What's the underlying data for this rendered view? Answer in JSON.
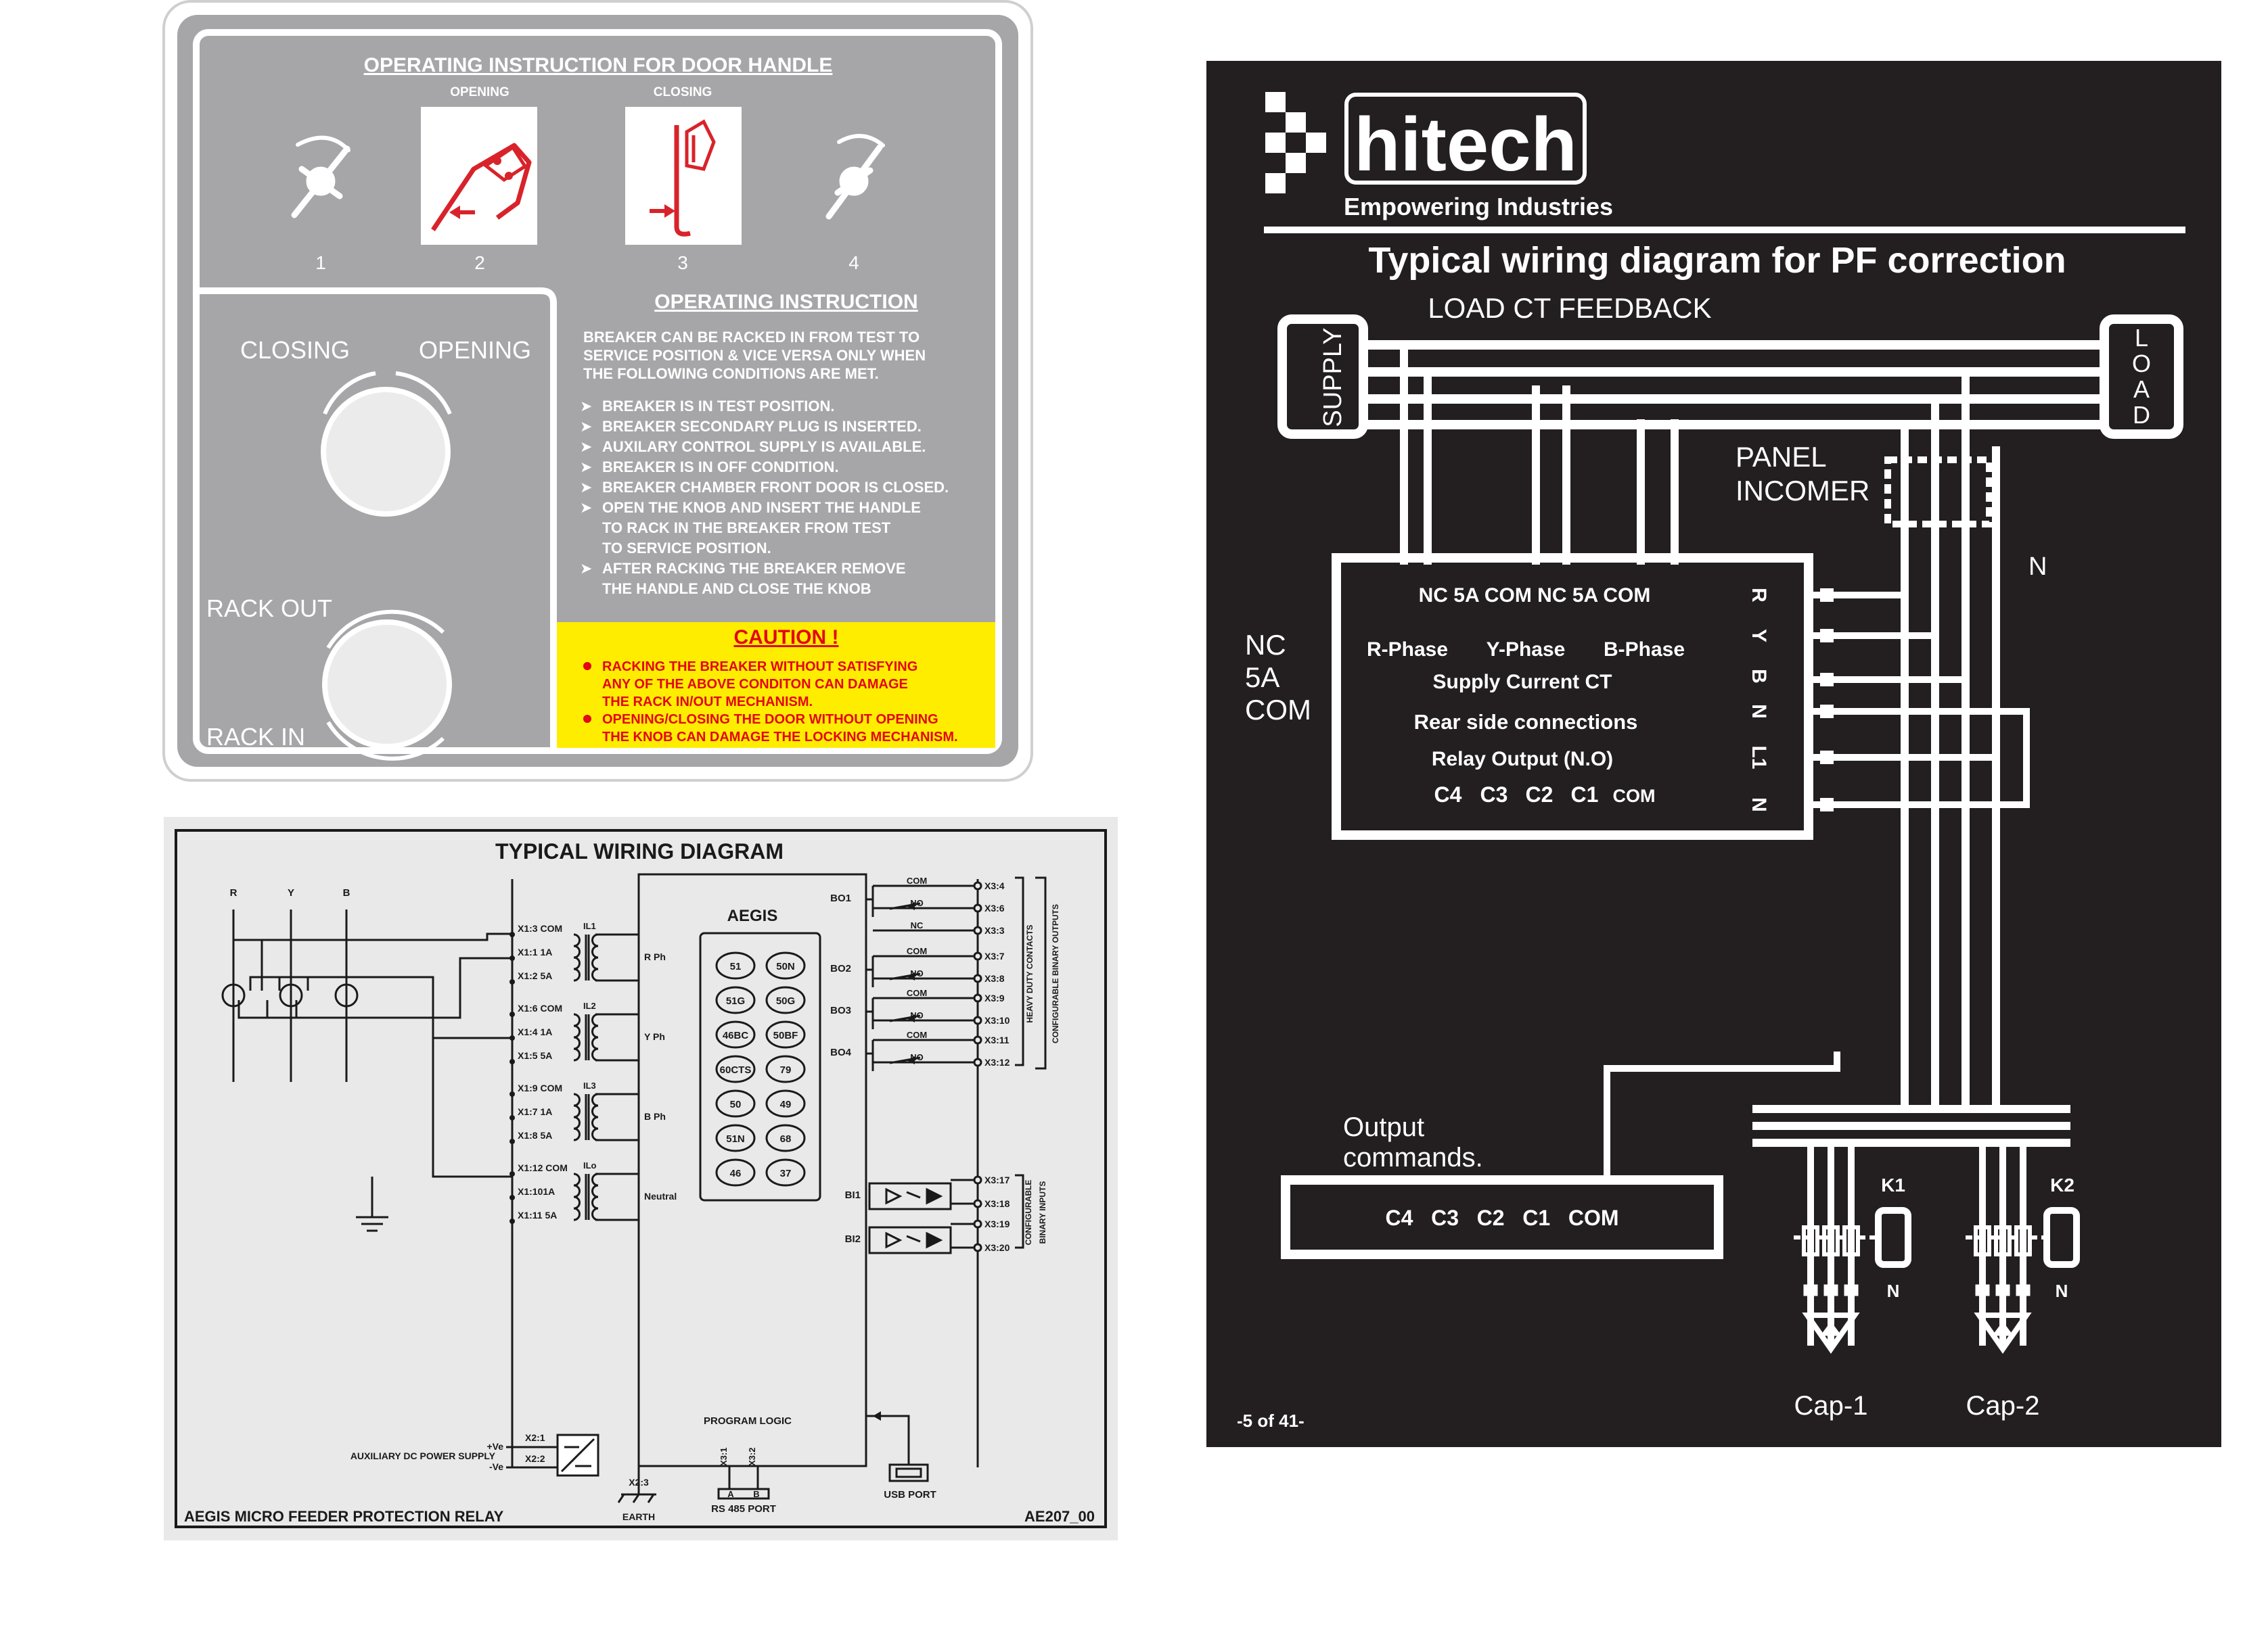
{
  "door_label": {
    "title": "OPERATING INSTRUCTION FOR DOOR HANDLE",
    "step_opening": "OPENING",
    "step_closing": "CLOSING",
    "steps": [
      "1",
      "2",
      "3",
      "4"
    ],
    "closing": "CLOSING",
    "opening": "OPENING",
    "rack_out": "RACK OUT",
    "rack_in": "RACK IN",
    "instruction_title": "OPERATING INSTRUCTION",
    "intro": [
      "BREAKER CAN BE RACKED IN FROM TEST TO",
      "SERVICE POSITION & VICE VERSA ONLY WHEN",
      "THE FOLLOWING CONDITIONS ARE MET."
    ],
    "conditions": [
      [
        "BREAKER IS IN TEST POSITION."
      ],
      [
        "BREAKER SECONDARY PLUG IS INSERTED."
      ],
      [
        "AUXILARY CONTROL SUPPLY IS AVAILABLE."
      ],
      [
        "BREAKER IS IN OFF CONDITION."
      ],
      [
        "BREAKER CHAMBER FRONT DOOR IS CLOSED."
      ],
      [
        "OPEN THE KNOB AND INSERT THE HANDLE",
        "TO RACK IN THE BREAKER FROM TEST",
        "TO SERVICE POSITION."
      ],
      [
        "AFTER RACKING THE BREAKER REMOVE",
        "THE HANDLE AND CLOSE THE KNOB"
      ]
    ],
    "caution_title": "CAUTION !",
    "caution_items": [
      [
        "RACKING THE BREAKER WITHOUT SATISFYING",
        "ANY OF THE ABOVE CONDITON CAN DAMAGE",
        "THE RACK IN/OUT MECHANISM."
      ],
      [
        "OPENING/CLOSING THE DOOR WITHOUT OPENING",
        "THE KNOB CAN DAMAGE THE LOCKING MECHANISM."
      ]
    ],
    "colors": {
      "panel": "#a6a6a8",
      "caution_bg": "#ffed00",
      "caution_text": "#e30613",
      "icon_red": "#d8232a"
    }
  },
  "aegis": {
    "title": "TYPICAL WIRING DIAGRAM",
    "phases": [
      "R",
      "Y",
      "B"
    ],
    "relay_name": "AEGIS",
    "ct_groups": [
      {
        "ct": "IL1",
        "terms": [
          "X1:3  COM",
          "X1:1  1A",
          "X1:2  5A"
        ],
        "input": "R Ph"
      },
      {
        "ct": "IL2",
        "terms": [
          "X1:6  COM",
          "X1:4  1A",
          "X1:5  5A"
        ],
        "input": "Y Ph"
      },
      {
        "ct": "IL3",
        "terms": [
          "X1:9  COM",
          "X1:7  1A",
          "X1:8  5A"
        ],
        "input": "B Ph"
      },
      {
        "ct": "ILo",
        "terms": [
          "X1:12 COM",
          "X1:101A",
          "X1:11 5A"
        ],
        "input": "Neutral"
      }
    ],
    "functions": [
      "51",
      "50N",
      "51G",
      "50G",
      "46BC",
      "50BF",
      "60CTS",
      "79",
      "50",
      "49",
      "51N",
      "68",
      "46",
      "37"
    ],
    "outputs": [
      {
        "name": "BO1",
        "contacts": [
          "COM",
          "NO",
          "NC"
        ],
        "terms": [
          "X3:4",
          "X3:6",
          "X3:3"
        ]
      },
      {
        "name": "BO2",
        "contacts": [
          "COM",
          "NO"
        ],
        "terms": [
          "X3:7",
          "X3:8"
        ]
      },
      {
        "name": "BO3",
        "contacts": [
          "COM",
          "NO"
        ],
        "terms": [
          "X3:9",
          "X3:10"
        ]
      },
      {
        "name": "BO4",
        "contacts": [
          "COM",
          "NO"
        ],
        "terms": [
          "X3:11",
          "X3:12"
        ]
      }
    ],
    "output_note_1": "HEAVY DUTY CONTACTS",
    "output_note_2": "CONFIGURABLE BINARY OUTPUTS",
    "inputs": [
      {
        "name": "BI1",
        "terms": [
          "X3:17",
          "X3:18"
        ]
      },
      {
        "name": "BI2",
        "terms": [
          "X3:19",
          "X3:20"
        ]
      }
    ],
    "input_note_1": "CONFIGURABLE",
    "input_note_2": "BINARY INPUTS",
    "program_logic": "PROGRAM LOGIC",
    "aux_supply": "AUXILIARY DC POWER SUPPLY",
    "plus_ve": "+Ve",
    "minus_ve": "-Ve",
    "x2_1": "X2:1",
    "x2_2": "X2:2",
    "x2_3": "X2:3",
    "earth": "EARTH",
    "x3_1": "X3:1",
    "x3_2": "X3:2",
    "pin_a": "A",
    "pin_b": "B",
    "rs485": "RS 485 PORT",
    "usb": "USB PORT",
    "footer_left": "AEGIS MICRO FEEDER PROTECTION RELAY",
    "footer_right": "AE207_00",
    "colors": {
      "bg": "#e8e9e8",
      "line": "#1a1a1a"
    }
  },
  "hitech": {
    "brand": "hitech",
    "tagline": "Empowering Industries",
    "title": "Typical wiring diagram for PF correction",
    "load_ct_feedback": "LOAD CT FEEDBACK",
    "supply": "SUPPLY",
    "load": "LOAD",
    "panel_incomer": [
      "PANEL",
      "INCOMER"
    ],
    "n_label": "N",
    "nc_5a_com": [
      "NC",
      "5A",
      "COM"
    ],
    "ct_terms": "NC 5A COM NC 5A COM",
    "phases": [
      "R-Phase",
      "Y-Phase",
      "B-Phase"
    ],
    "supply_ct": "Supply Current CT",
    "rear_side": "Rear side connections",
    "relay_output": "Relay Output (N.O)",
    "relay_terms": [
      "C4",
      "C3",
      "C2",
      "C1",
      "COM"
    ],
    "vertical_terms": [
      "R",
      "Y",
      "B",
      "N",
      "L1",
      "N"
    ],
    "output_commands": [
      "Output",
      "commands."
    ],
    "output_terms": "C4   C3   C2   C1   COM",
    "k1": "K1",
    "k2": "K2",
    "cap1": "Cap-1",
    "cap2": "Cap-2",
    "page": "-5 of 41-",
    "colors": {
      "bg": "#231f20",
      "fg": "#ffffff"
    }
  }
}
